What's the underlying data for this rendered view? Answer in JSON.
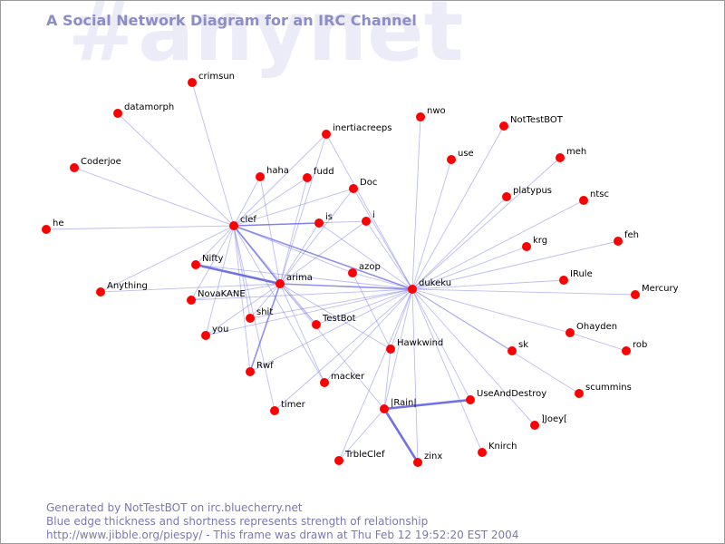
{
  "watermark": "#anynet",
  "title": "A Social Network Diagram for an IRC Channel",
  "footer": {
    "line1": "Generated by NotTestBOT on irc.bluecherry.net",
    "line2": "Blue edge thickness and shortness represents strength of relationship",
    "line3": "http://www.jibble.org/piespy/ - This frame was drawn at Thu Feb 12 19:52:20 EST 2004"
  },
  "colors": {
    "node": "#ff0000",
    "edge": "#6a6ae6",
    "title": "#8c8cc6",
    "watermark": "#ececf9"
  },
  "nodes": [
    "crimsun",
    "datamorph",
    "Coderjoe",
    "he",
    "Anything",
    "clef",
    "Nifty",
    "NovaKANE",
    "you",
    "shit",
    "Rwf",
    "timer",
    "haha",
    "fudd",
    "inertiacreeps",
    "Doc",
    "is",
    "i",
    "azop",
    "arima",
    "TestBot",
    "macker",
    "Hawkwind",
    "|Rain|",
    "TrbleClef",
    "zinx",
    "nwo",
    "use",
    "NotTestBOT",
    "meh",
    "platypus",
    "ntsc",
    "krg",
    "feh",
    "IRule",
    "Mercury",
    "dukeku",
    "Ohayden",
    "rob",
    "sk",
    "scummins",
    "UseAndDestroy",
    "]Joey[",
    "Knirch"
  ],
  "edges": [
    [
      "crimsun",
      "clef",
      1
    ],
    [
      "datamorph",
      "clef",
      1
    ],
    [
      "Coderjoe",
      "clef",
      1
    ],
    [
      "he",
      "clef",
      1
    ],
    [
      "Anything",
      "clef",
      1
    ],
    [
      "clef",
      "haha",
      1
    ],
    [
      "clef",
      "fudd",
      1
    ],
    [
      "clef",
      "inertiacreeps",
      1
    ],
    [
      "clef",
      "Doc",
      1
    ],
    [
      "clef",
      "is",
      2
    ],
    [
      "clef",
      "i",
      1
    ],
    [
      "clef",
      "Nifty",
      1
    ],
    [
      "clef",
      "NovaKANE",
      1
    ],
    [
      "clef",
      "you",
      1
    ],
    [
      "clef",
      "shit",
      1
    ],
    [
      "clef",
      "Rwf",
      1
    ],
    [
      "clef",
      "timer",
      1
    ],
    [
      "clef",
      "arima",
      2
    ],
    [
      "clef",
      "TestBot",
      1
    ],
    [
      "clef",
      "dukeku",
      2
    ],
    [
      "clef",
      "azop",
      1
    ],
    [
      "clef",
      "macker",
      1
    ],
    [
      "arima",
      "Nifty",
      3
    ],
    [
      "arima",
      "NovaKANE",
      1
    ],
    [
      "arima",
      "you",
      1
    ],
    [
      "arima",
      "shit",
      1
    ],
    [
      "arima",
      "Rwf",
      2
    ],
    [
      "arima",
      "Anything",
      1
    ],
    [
      "arima",
      "haha",
      1
    ],
    [
      "arima",
      "fudd",
      1
    ],
    [
      "arima",
      "Doc",
      1
    ],
    [
      "arima",
      "is",
      1
    ],
    [
      "arima",
      "i",
      1
    ],
    [
      "arima",
      "TestBot",
      1
    ],
    [
      "arima",
      "macker",
      1
    ],
    [
      "arima",
      "dukeku",
      2
    ],
    [
      "arima",
      "Hawkwind",
      1
    ],
    [
      "arima",
      "|Rain|",
      1
    ],
    [
      "arima",
      "inertiacreeps",
      1
    ],
    [
      "dukeku",
      "nwo",
      1
    ],
    [
      "dukeku",
      "use",
      1
    ],
    [
      "dukeku",
      "NotTestBOT",
      1
    ],
    [
      "dukeku",
      "meh",
      1
    ],
    [
      "dukeku",
      "platypus",
      1
    ],
    [
      "dukeku",
      "ntsc",
      1
    ],
    [
      "dukeku",
      "krg",
      1
    ],
    [
      "dukeku",
      "feh",
      1
    ],
    [
      "dukeku",
      "IRule",
      1
    ],
    [
      "dukeku",
      "Mercury",
      1
    ],
    [
      "dukeku",
      "Ohayden",
      1
    ],
    [
      "dukeku",
      "sk",
      1
    ],
    [
      "dukeku",
      "scummins",
      1
    ],
    [
      "dukeku",
      "UseAndDestroy",
      1
    ],
    [
      "dukeku",
      "]Joey[",
      1
    ],
    [
      "dukeku",
      "Knirch",
      1
    ],
    [
      "dukeku",
      "zinx",
      1
    ],
    [
      "dukeku",
      "|Rain|",
      1
    ],
    [
      "dukeku",
      "TrbleClef",
      1
    ],
    [
      "dukeku",
      "Hawkwind",
      1
    ],
    [
      "dukeku",
      "azop",
      1
    ],
    [
      "dukeku",
      "i",
      1
    ],
    [
      "dukeku",
      "is",
      1
    ],
    [
      "dukeku",
      "TestBot",
      1
    ],
    [
      "dukeku",
      "shit",
      1
    ],
    [
      "dukeku",
      "you",
      1
    ],
    [
      "dukeku",
      "Rwf",
      1
    ],
    [
      "dukeku",
      "NovaKANE",
      1
    ],
    [
      "dukeku",
      "timer",
      1
    ],
    [
      "dukeku",
      "macker",
      1
    ],
    [
      "dukeku",
      "Doc",
      1
    ],
    [
      "dukeku",
      "inertiacreeps",
      1
    ],
    [
      "dukeku",
      "Nifty",
      1
    ],
    [
      "|Rain|",
      "UseAndDestroy",
      3
    ],
    [
      "|Rain|",
      "zinx",
      3
    ],
    [
      "|Rain|",
      "TrbleClef",
      1
    ],
    [
      "|Rain|",
      "Hawkwind",
      1
    ],
    [
      "Ohayden",
      "rob",
      1
    ],
    [
      "Hawkwind",
      "azop",
      1
    ]
  ]
}
